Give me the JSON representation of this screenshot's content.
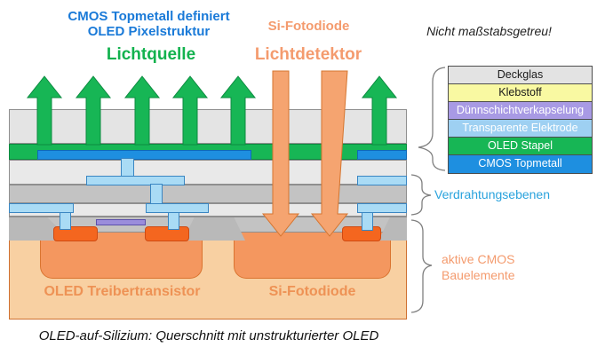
{
  "header": {
    "pixel_structure_label": {
      "line1": "CMOS Topmetall definiert",
      "line2": "OLED Pixelstruktur"
    },
    "photodiode_top_label": "Si-Fotodiode",
    "light_source_label": "Lichtquelle",
    "light_detector_label": "Lichtdetektor",
    "scale_note": "Nicht maßstabsgetreu!"
  },
  "legend": {
    "layers": [
      {
        "label": "Deckglas",
        "fill": "#e3e3e3",
        "text": "#1a1a1a"
      },
      {
        "label": "Klebstoff",
        "fill": "#f9f9a2",
        "text": "#1a1a1a"
      },
      {
        "label": "Dünnschichtverkapselung",
        "fill": "#a89ae4",
        "text": "#ffffff"
      },
      {
        "label": "Transparente Elektrode",
        "fill": "#9ed0f2",
        "text": "#ffffff"
      },
      {
        "label": "OLED Stapel",
        "fill": "#17b655",
        "text": "#ffffff"
      },
      {
        "label": "CMOS Topmetall",
        "fill": "#1e8fe0",
        "text": "#ffffff"
      }
    ]
  },
  "side_annotations": {
    "wiring_label": "Verdrahtungsebenen",
    "active_cmos_line1": "aktive CMOS",
    "active_cmos_line2": "Bauelemente"
  },
  "cross_section": {
    "transistor_label": "OLED Treibertransistor",
    "photodiode_label": "Si-Fotodiode"
  },
  "caption": "OLED-auf-Silizium: Querschnitt mit unstrukturierter OLED",
  "colors": {
    "blue_text": "#1a7ad8",
    "green_text": "#12b24e",
    "orange_text": "#f49b6e",
    "wiring_text": "#2aa3dd",
    "substrate_label_text": "#ee9255",
    "scale_note_text": "#222222",
    "caption_text": "#111111",
    "oled_green": "#17b655",
    "topmetal_blue": "#1e8fe0",
    "metal_trace": "#a9dbf5",
    "substrate": "#f8d0a2",
    "well": "#f4975f",
    "contact": "#f4661f",
    "gate_purple": "#9a8ddb",
    "arrow_up_green": "#17b655",
    "arrow_down_orange": "#f5a470"
  }
}
